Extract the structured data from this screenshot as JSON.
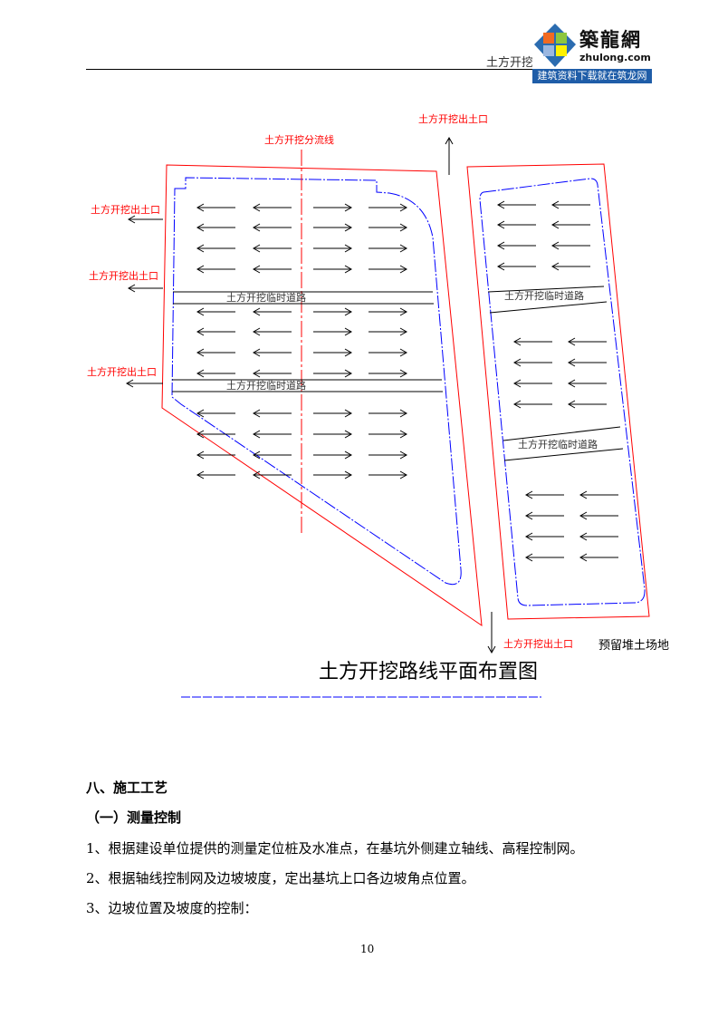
{
  "header": {
    "running_title": "土方开挖",
    "logo": {
      "name": "築龍網",
      "domain": "zhulong.com",
      "slogan": "建筑资料下载就在筑龙网"
    }
  },
  "diagram": {
    "title": "土方开挖路线平面布置图",
    "split_line_label": "土方开挖分流线",
    "exit_label": "土方开挖出土口",
    "temp_road_label": "土方开挖临时道路",
    "stockpile_label": "预留堆土场地",
    "colors": {
      "excavation_boundary": "#ff0000",
      "pit_edge": "#0000ff",
      "exit_label": "#ff0000"
    }
  },
  "section": {
    "heading": "八、施工工艺",
    "subheading": "（一）测量控制",
    "paragraphs": [
      "1、根据建设单位提供的测量定位桩及水准点，在基坑外侧建立轴线、高程控制网。",
      "2、根据轴线控制网及边坡坡度，定出基坑上口各边坡角点位置。",
      "3、边坡位置及坡度的控制："
    ]
  },
  "page_number": "10"
}
